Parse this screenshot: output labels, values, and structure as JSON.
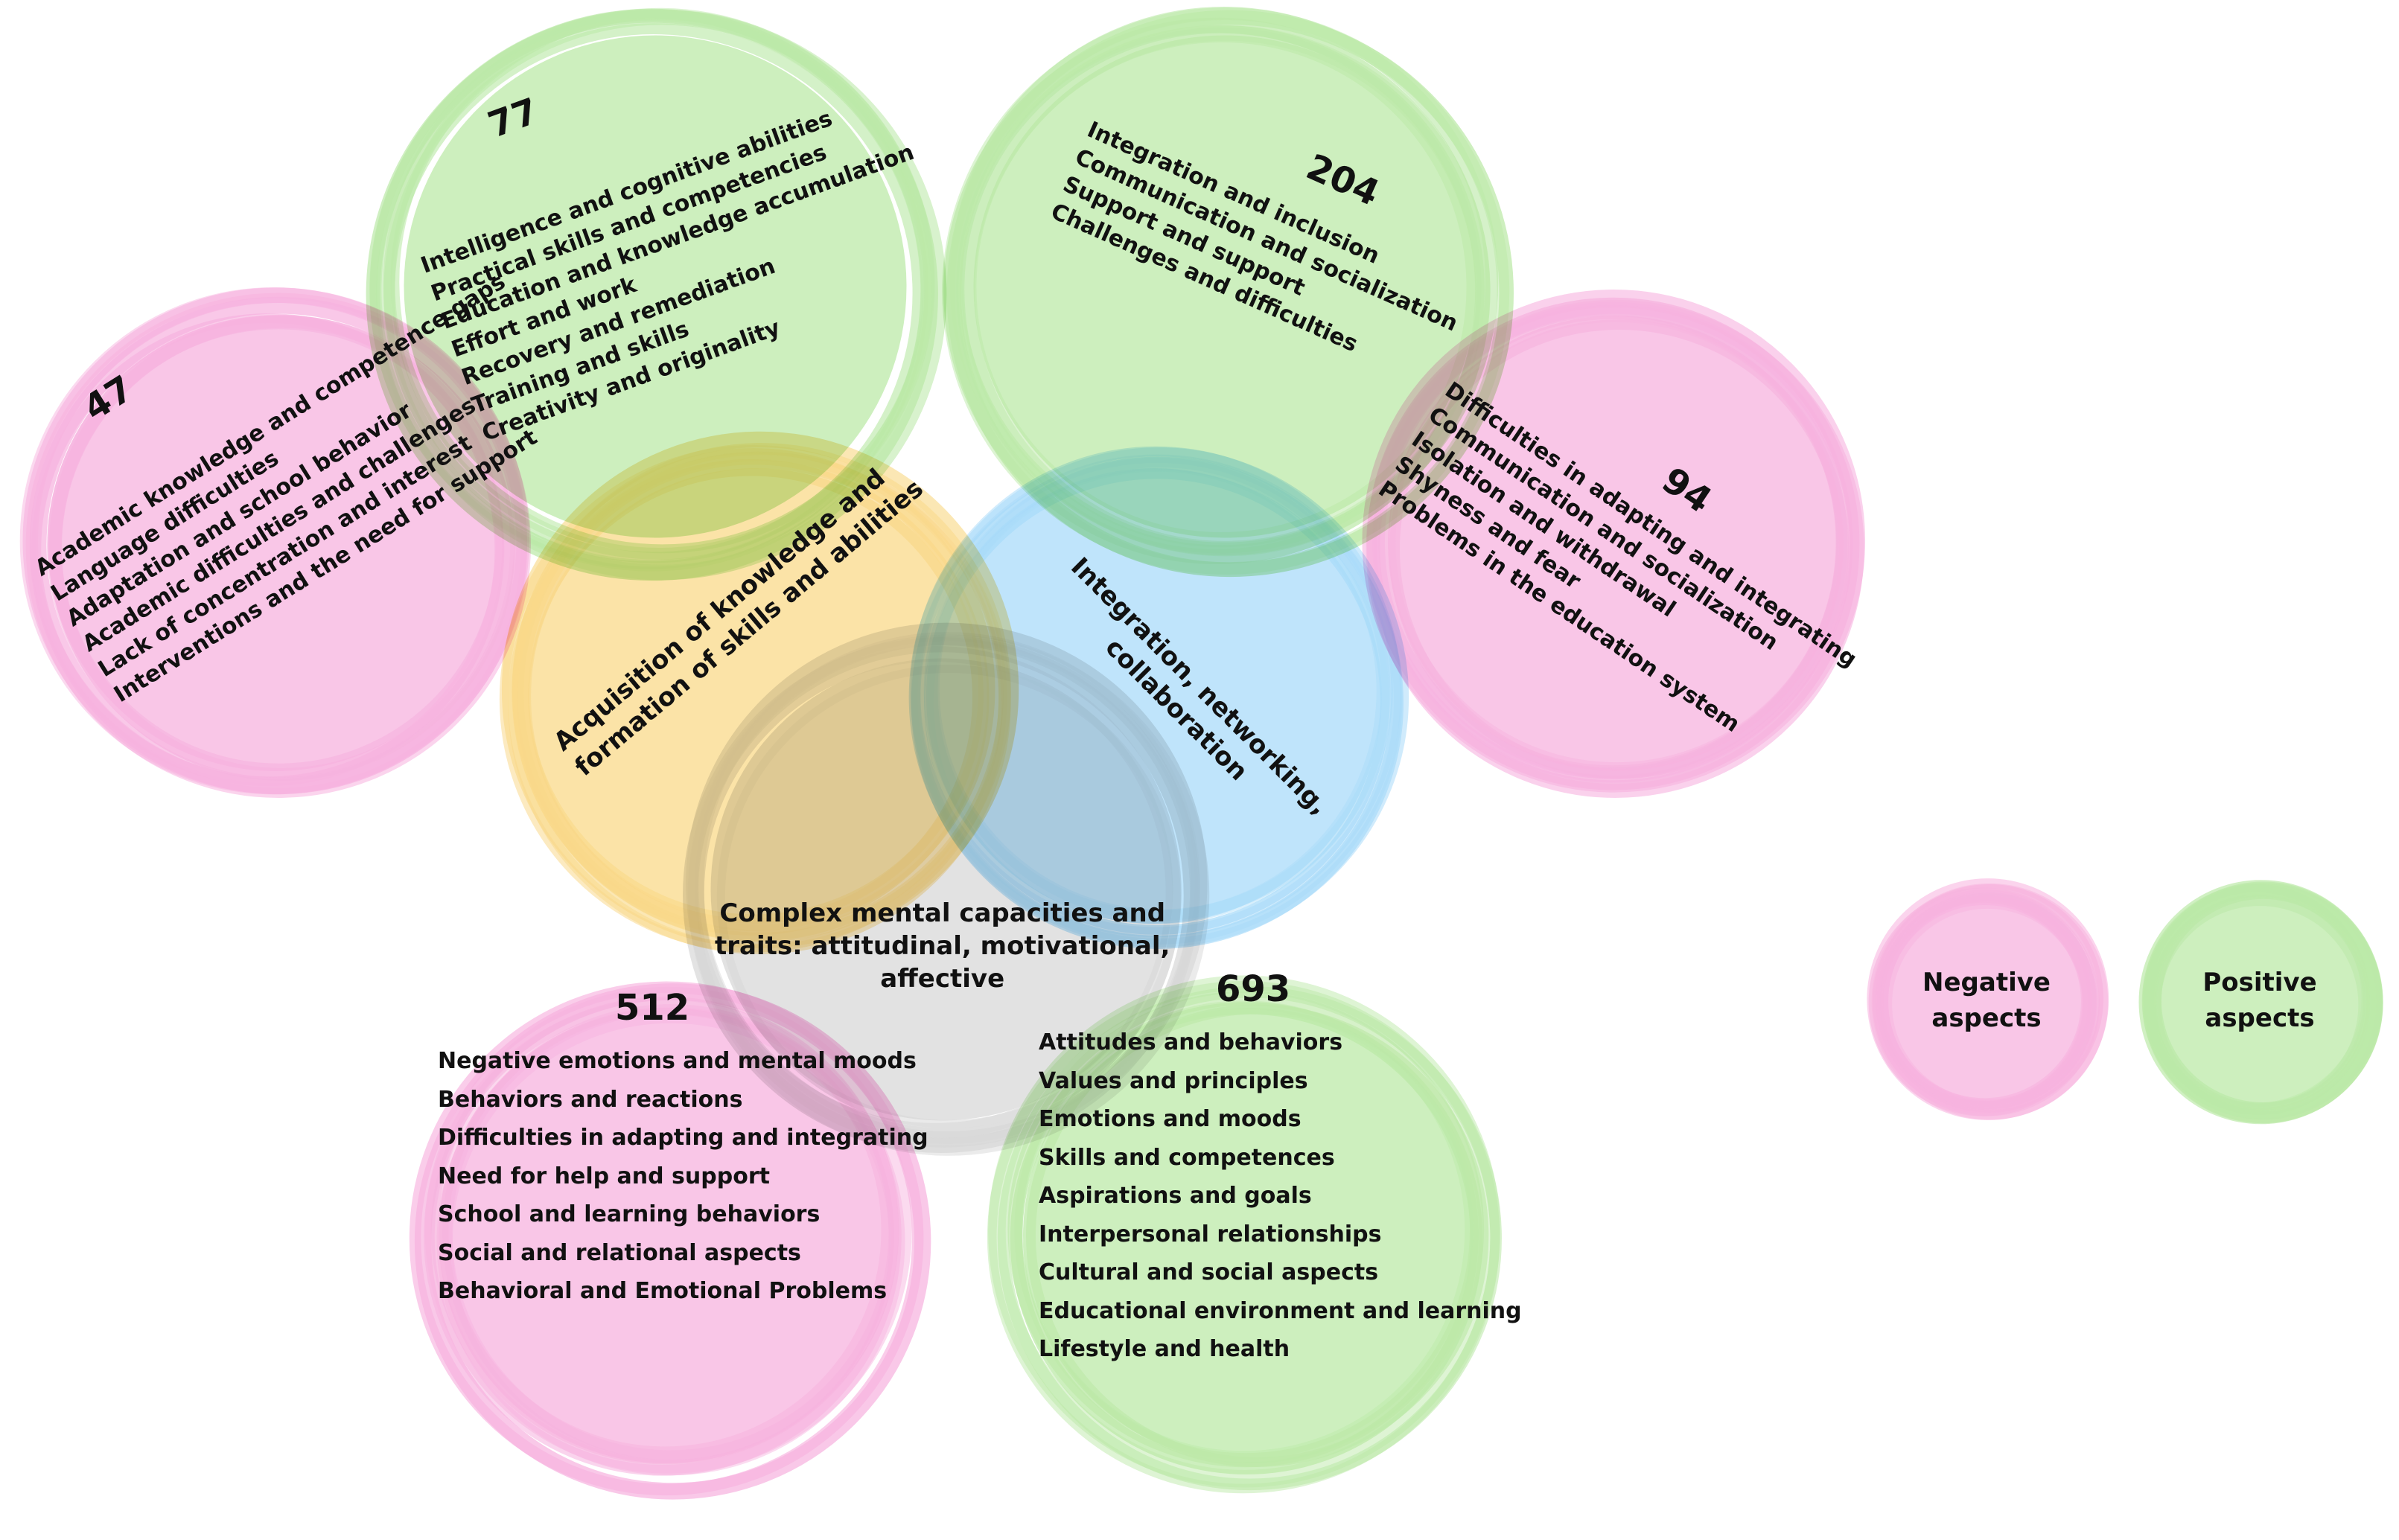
{
  "colors": {
    "negative": "#f7b3df",
    "positive": "#bce9a8",
    "knowledge": "#f9d98a",
    "integration": "#a9dbf9",
    "complex": "#d8d8d8"
  },
  "groups": {
    "knowledge": {
      "title_lines": [
        "Acquisition of knowledge and",
        "formation of skills and abilities"
      ]
    },
    "integration": {
      "title_lines": [
        "Integration, networking,",
        "collaboration"
      ]
    },
    "complex": {
      "title_lines": [
        "Complex mental capacities and",
        "traits: attitudinal, motivational,",
        "affective"
      ]
    }
  },
  "clusters": {
    "knowledge_positive": {
      "count": "77",
      "items": [
        "Intelligence and cognitive abilities",
        "Practical skills and competencies",
        "Education and knowledge accumulation",
        "Effort and work",
        "Recovery and remediation",
        "Training and skills",
        "Creativity and originality"
      ]
    },
    "knowledge_negative": {
      "count": "47",
      "items": [
        "Academic knowledge and competence gaps",
        "Language difficulties",
        "Adaptation and school behavior",
        "Academic difficulties and challenges",
        "Lack of concentration and interest",
        "Interventions and the need for support"
      ]
    },
    "integration_positive": {
      "count": "204",
      "items": [
        "Integration and inclusion",
        "Communication and socialization",
        "Support and support",
        "Challenges and difficulties"
      ]
    },
    "integration_negative": {
      "count": "94",
      "items": [
        "Difficulties in adapting and integrating",
        "Communication and socialization",
        "Isolation and withdrawal",
        "Shyness and fear",
        "Problems in the education system"
      ]
    },
    "complex_negative": {
      "count": "512",
      "items": [
        "Negative emotions and mental moods",
        "Behaviors and reactions",
        "Difficulties in adapting and integrating",
        "Need for help and support",
        "School and learning behaviors",
        "Social and relational aspects",
        "Behavioral and Emotional Problems"
      ]
    },
    "complex_positive": {
      "count": "693",
      "items": [
        "Attitudes and behaviors",
        "Values and principles",
        "Emotions and moods",
        "Skills and competences",
        "Aspirations and goals",
        "Interpersonal relationships",
        "Cultural and social aspects",
        "Educational environment and learning",
        "Lifestyle and health"
      ]
    }
  },
  "legend": {
    "negative": {
      "lines": [
        "Negative",
        "aspects"
      ]
    },
    "positive": {
      "lines": [
        "Positive",
        "aspects"
      ]
    }
  }
}
